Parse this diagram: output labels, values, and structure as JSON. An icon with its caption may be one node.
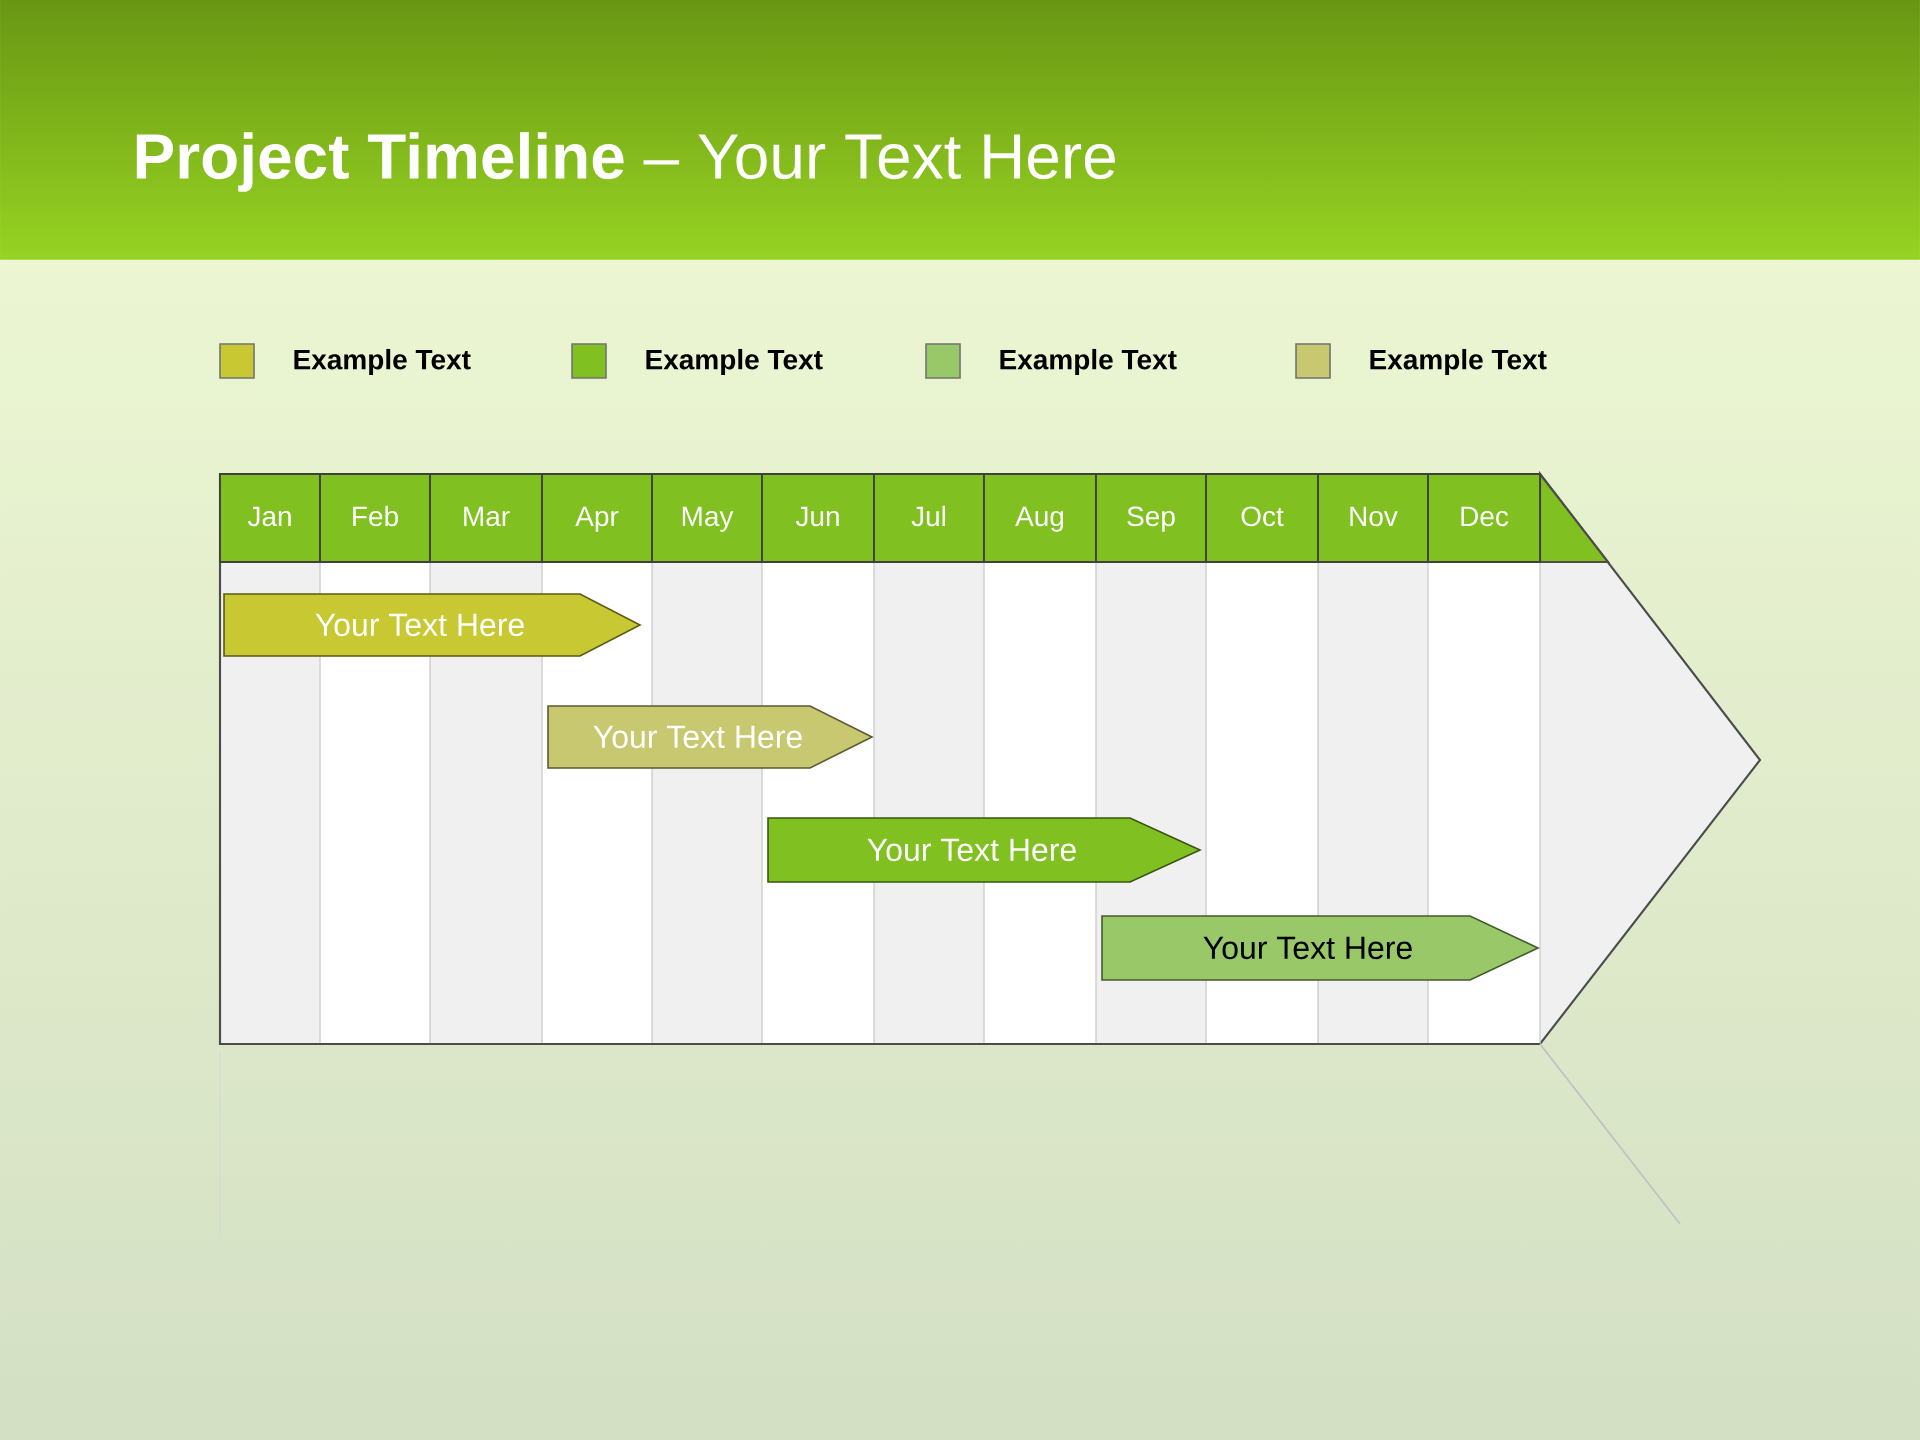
{
  "diagram": {
    "title": "**Project Timeline** – Your Text Here",
    "nodes": [
      {
        "text": [
          "Your  Text Here"
        ]
      },
      {
        "text": [
          "Your  Text Here"
        ]
      },
      {
        "text": [
          "Your  Text Here"
        ]
      },
      {
        "text": [
          "Your  Text Here"
        ]
      }
    ],
    "labels": [
      "Jan",
      "Feb",
      "Mar",
      "Apr",
      "May",
      "Jun",
      "Jul",
      "Aug",
      "Sep",
      "Oct",
      "Nov",
      "Dec"
    ],
    "legend": [
      {
        "text": "Example Text",
        "color": "#c8c832"
      },
      {
        "text": "Example Text",
        "color": "#80c020"
      },
      {
        "text": "Example Text",
        "color": "#98c868"
      },
      {
        "text": "Example Text",
        "color": "#c8c870"
      }
    ]
  }
}
